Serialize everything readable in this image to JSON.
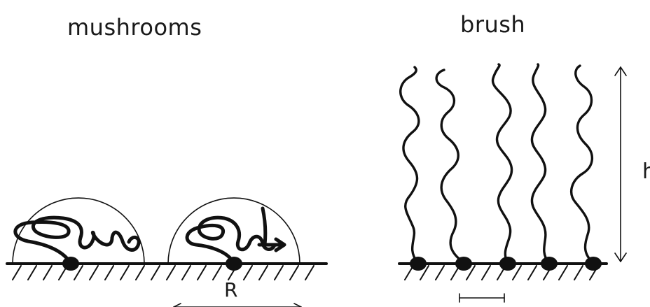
{
  "labels": {
    "mushrooms": "mushrooms",
    "brush": "brush",
    "R": "R",
    "h": "h"
  },
  "colors": {
    "ink": "#111111",
    "background": "#ffffff"
  }
}
